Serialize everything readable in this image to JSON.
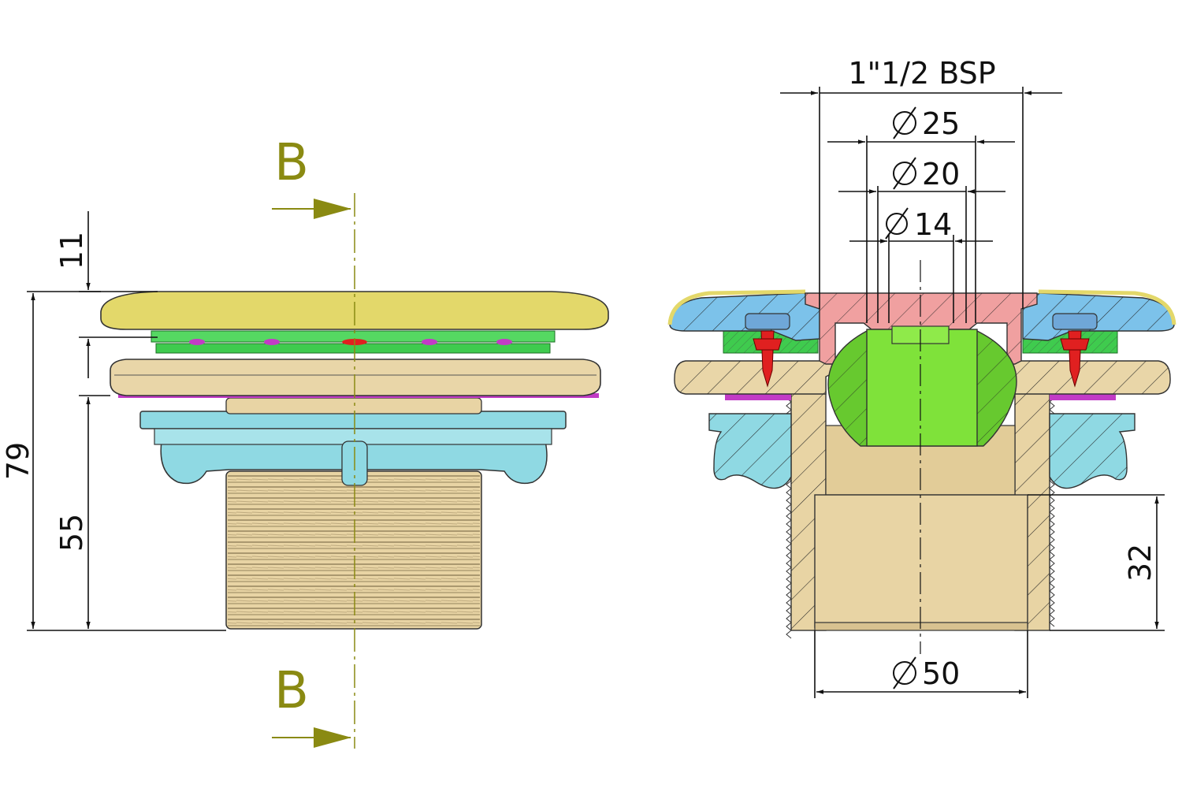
{
  "drawing": {
    "section_markers": {
      "top": "B",
      "bottom": "B"
    },
    "left_view": {
      "dim_top_ring": "11",
      "dim_total_height": "79",
      "dim_body_height": "55"
    },
    "right_view": {
      "dim_thread": "1\"1/2 BSP",
      "dim_d25": "25",
      "dim_d20": "20",
      "dim_d14": "14",
      "dim_d50": "50",
      "dim_socket_depth": "32"
    },
    "colors": {
      "cap_yellow": "#E3D86A",
      "flange_tan": "#E9D6A8",
      "gasket_green": "#3FCB4E",
      "gasket_magenta": "#C23BC6",
      "nut_cyan": "#8FD9E3",
      "body_tan": "#E8D4A4",
      "cap_blue": "#7CC2EA",
      "cap_pink": "#F0A0A0",
      "jet_green": "#7FE23A",
      "screw_red": "#E02020",
      "section_olive": "#8A8A12"
    }
  }
}
